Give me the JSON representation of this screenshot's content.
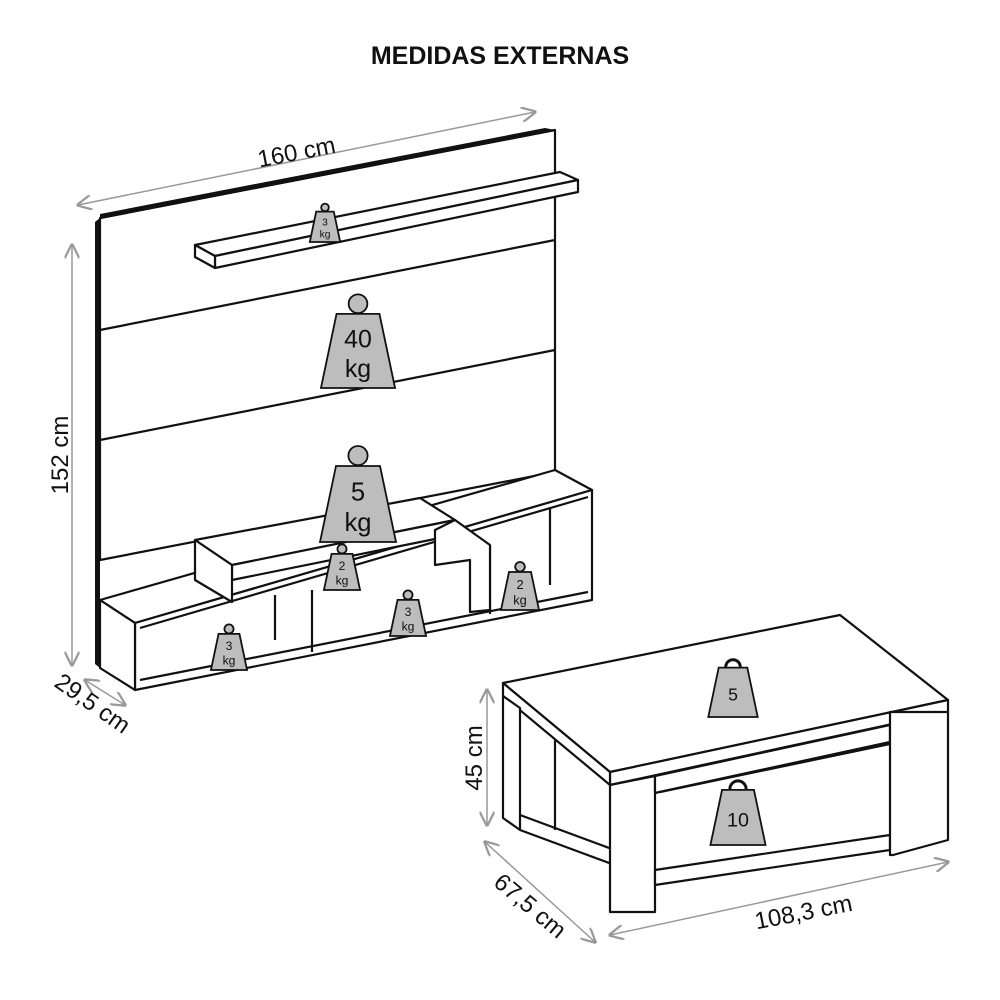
{
  "title": "MEDIDAS EXTERNAS",
  "panel": {
    "width_label": "160 cm",
    "height_label": "152 cm",
    "depth_label": "29,5 cm",
    "weights": [
      {
        "value": "3",
        "unit": "kg"
      },
      {
        "value": "40",
        "unit": "kg"
      },
      {
        "value": "5",
        "unit": "kg"
      },
      {
        "value": "2",
        "unit": "kg"
      },
      {
        "value": "2",
        "unit": "kg"
      },
      {
        "value": "3",
        "unit": "kg"
      },
      {
        "value": "3",
        "unit": "kg"
      }
    ]
  },
  "table": {
    "height_label": "45 cm",
    "depth_label": "67,5 cm",
    "width_label": "108,3 cm",
    "weights": [
      {
        "value": "5"
      },
      {
        "value": "10"
      }
    ]
  },
  "colors": {
    "weight_fill": "#bdbdbd",
    "line": "#111111",
    "dimension": "#999999"
  }
}
